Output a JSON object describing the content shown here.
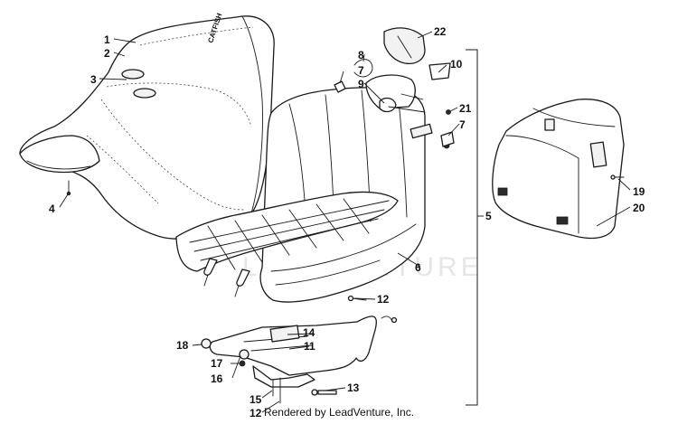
{
  "watermark": "LEADVENTURE",
  "seat_logo_text": "CATFISH",
  "footer": "Rendered by LeadVenture, Inc.",
  "callouts": [
    {
      "id": "c1",
      "label": "1"
    },
    {
      "id": "c2",
      "label": "2"
    },
    {
      "id": "c3",
      "label": "3"
    },
    {
      "id": "c4",
      "label": "4"
    },
    {
      "id": "c5",
      "label": "5"
    },
    {
      "id": "c6",
      "label": "6"
    },
    {
      "id": "c7a",
      "label": "7"
    },
    {
      "id": "c7b",
      "label": "7"
    },
    {
      "id": "c8",
      "label": "8"
    },
    {
      "id": "c9",
      "label": "9"
    },
    {
      "id": "c10",
      "label": "10"
    },
    {
      "id": "c11",
      "label": "11"
    },
    {
      "id": "c12a",
      "label": "12"
    },
    {
      "id": "c12b",
      "label": "12"
    },
    {
      "id": "c13",
      "label": "13"
    },
    {
      "id": "c14",
      "label": "14"
    },
    {
      "id": "c15",
      "label": "15"
    },
    {
      "id": "c16",
      "label": "16"
    },
    {
      "id": "c17",
      "label": "17"
    },
    {
      "id": "c18",
      "label": "18"
    },
    {
      "id": "c19",
      "label": "19"
    },
    {
      "id": "c20",
      "label": "20"
    },
    {
      "id": "c21",
      "label": "21"
    },
    {
      "id": "c22",
      "label": "22"
    }
  ]
}
